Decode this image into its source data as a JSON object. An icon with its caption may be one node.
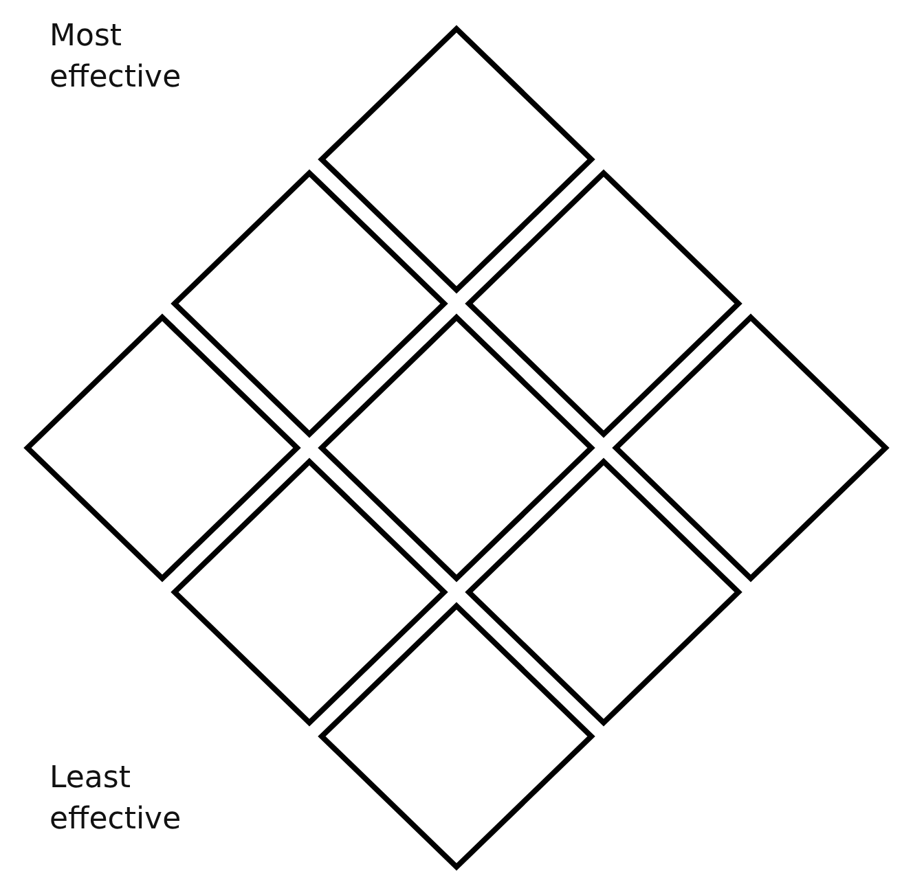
{
  "diagram": {
    "nodes": [
      {
        "text": [],
        "shape": "diamond"
      },
      {
        "text": [],
        "shape": "diamond"
      },
      {
        "text": [],
        "shape": "diamond"
      },
      {
        "text": [],
        "shape": "diamond"
      },
      {
        "text": [],
        "shape": "diamond"
      },
      {
        "text": [],
        "shape": "diamond"
      },
      {
        "text": [],
        "shape": "diamond"
      },
      {
        "text": [],
        "shape": "diamond"
      },
      {
        "text": [],
        "shape": "diamond"
      }
    ],
    "edges": [],
    "labels": [
      "Most effective",
      "Least effective"
    ]
  }
}
